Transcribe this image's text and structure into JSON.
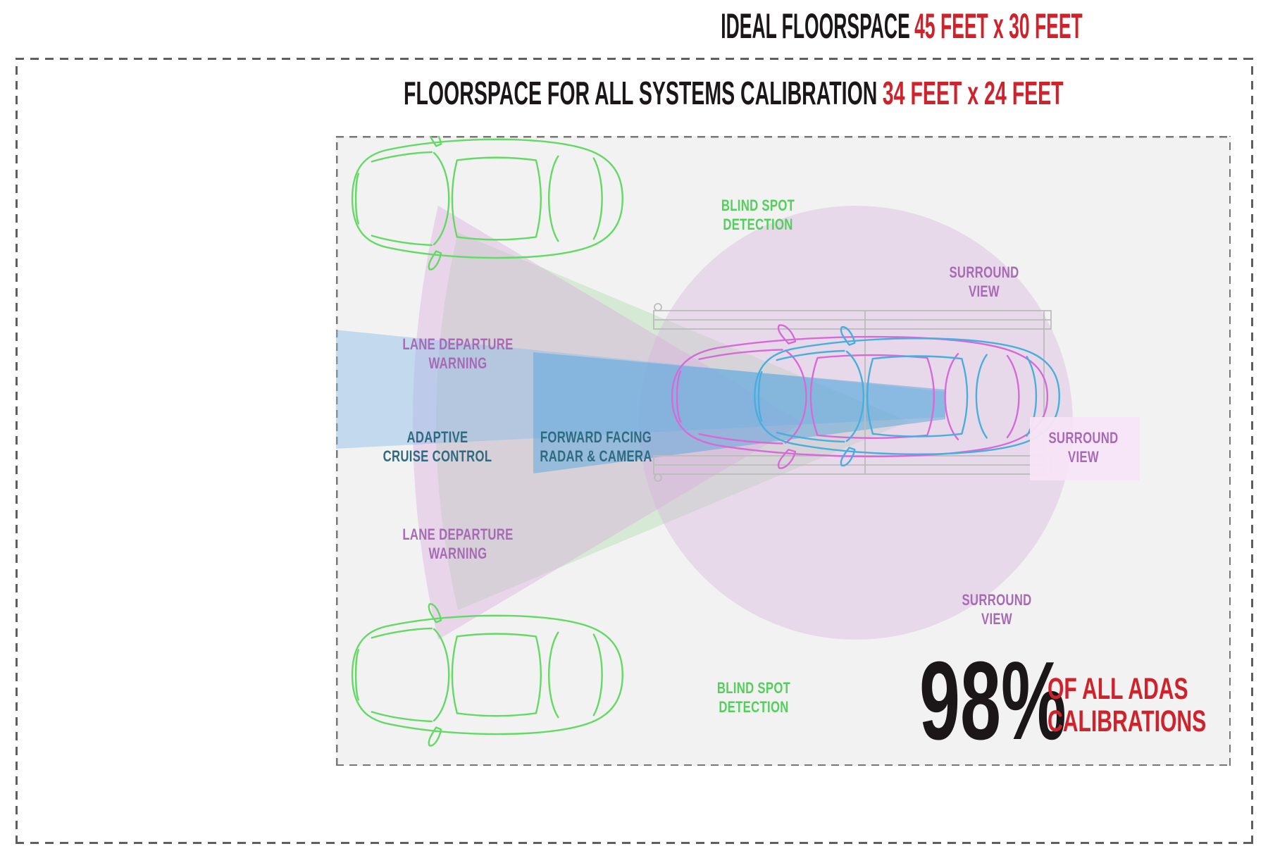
{
  "titles": {
    "ideal": {
      "label": "IDEAL FLOORSPACE",
      "value": "45 FEET x 30 FEET"
    },
    "calibration": {
      "label": "FLOORSPACE FOR ALL SYSTEMS CALIBRATION",
      "value": "34 FEET x 24 FEET"
    }
  },
  "zones": {
    "blind_spot_top": {
      "line1": "BLIND SPOT",
      "line2": "DETECTION"
    },
    "surround_top": {
      "line1": "SURROUND",
      "line2": "VIEW"
    },
    "lane_departure_top": {
      "line1": "LANE DEPARTURE",
      "line2": "WARNING"
    },
    "adaptive_cruise": {
      "line1": "ADAPTIVE",
      "line2": "CRUISE CONTROL"
    },
    "forward_facing": {
      "line1": "FORWARD FACING",
      "line2": "RADAR & CAMERA"
    },
    "lane_departure_bottom": {
      "line1": "LANE DEPARTURE",
      "line2": "WARNING"
    },
    "surround_car": {
      "line1": "SURROUND",
      "line2": "VIEW"
    },
    "surround_bottom": {
      "line1": "SURROUND",
      "line2": "VIEW"
    },
    "blind_spot_bottom": {
      "line1": "BLIND SPOT",
      "line2": "DETECTION"
    }
  },
  "stat": {
    "value": "98%",
    "desc_line1": "OF ALL ADAS",
    "desc_line2": "CALIBRATIONS"
  },
  "colors": {
    "accent_red": "#cf232c",
    "text_black": "#1b1718",
    "label_green": "#53cf5c",
    "label_purple": "#a76ab5",
    "label_teal": "#2f6b80",
    "car_green": "#63da63",
    "car_pink": "#d66ad8",
    "car_blue": "#48aede",
    "floor_gray": "#f2f2f2"
  }
}
